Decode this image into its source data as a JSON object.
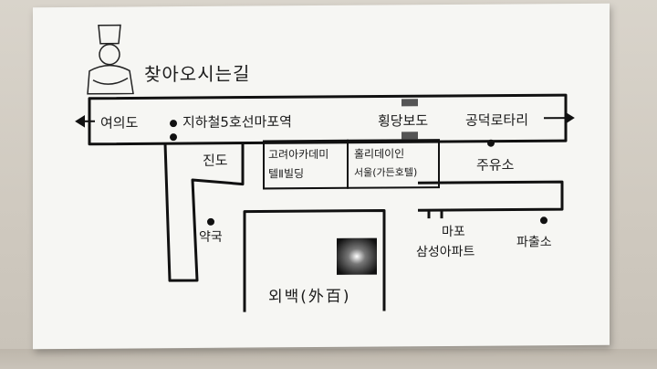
{
  "card": {
    "title": "찾아오시는길",
    "labels": {
      "yeouido": "여의도",
      "subway": "지하철5호선마포역",
      "crosswalk": "횡당보도",
      "rotary": "공덕로타리",
      "jindo": "진도",
      "building1_line1": "고려아카데미",
      "building1_line2": "텔Ⅱ빌딩",
      "building2_line1": "홀리데이인",
      "building2_line2": "서울(가든호텔)",
      "gas_station": "주유소",
      "pharmacy": "약국",
      "mapo_line1": "마포",
      "mapo_line2": "삼성아파트",
      "police": "파출소",
      "restaurant": "외백(外百)"
    }
  }
}
